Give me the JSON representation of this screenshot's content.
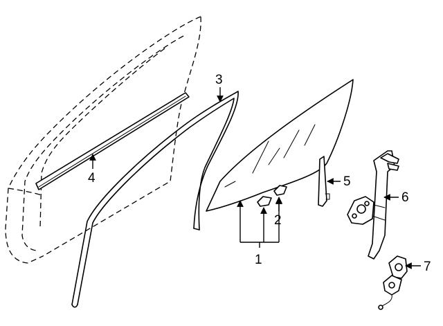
{
  "callouts": [
    {
      "id": "1",
      "part": "glass"
    },
    {
      "id": "2",
      "part": "glass-channel-clips"
    },
    {
      "id": "3",
      "part": "run-channel"
    },
    {
      "id": "4",
      "part": "belt-weatherstrip"
    },
    {
      "id": "5",
      "part": "rear-guide"
    },
    {
      "id": "6",
      "part": "window-regulator"
    },
    {
      "id": "7",
      "part": "regulator-motor"
    }
  ]
}
